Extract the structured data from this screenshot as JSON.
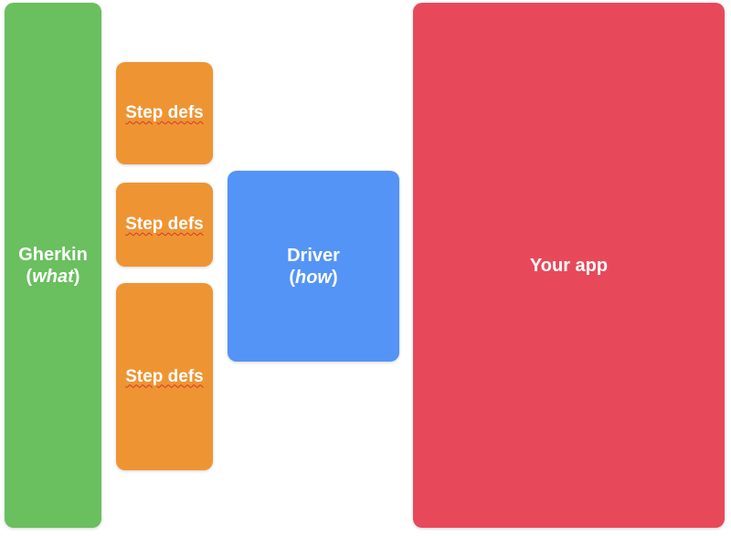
{
  "gherkin": {
    "label": "Gherkin",
    "sub_open": "(",
    "sub_italic": "what",
    "sub_close": ")",
    "color": "#6abf5e"
  },
  "step_defs": [
    {
      "label": "Step defs"
    },
    {
      "label": "Step defs"
    },
    {
      "label": "Step defs"
    }
  ],
  "step_color": "#ef9433",
  "driver": {
    "label": "Driver",
    "sub_open": "(",
    "sub_italic": "how",
    "sub_close": ")",
    "color": "#5494f6"
  },
  "app": {
    "label": "Your app",
    "color": "#e8495a"
  }
}
